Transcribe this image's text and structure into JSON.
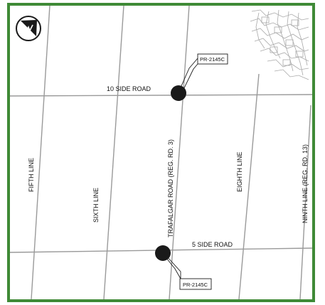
{
  "map": {
    "colors": {
      "frame": "#3f8a36",
      "road": "#9a9a9a",
      "marker": "#1a1a1a",
      "text": "#111111"
    },
    "north_arrow_icon": "north-arrow-icon",
    "roads": {
      "side_10": "10 SIDE ROAD",
      "side_5": "5 SIDE ROAD",
      "fifth_line": "FIFTH LINE",
      "sixth_line": "SIXTH LINE",
      "trafalgar": "TRAFALGAR ROAD (REG. RD. 3)",
      "eighth_line": "EIGHTH LINE",
      "ninth_line": "NINTH LINE (REG. RD. 13)"
    },
    "markers": [
      {
        "label": "PR-2145C"
      },
      {
        "label": "PR-2145C"
      }
    ]
  }
}
